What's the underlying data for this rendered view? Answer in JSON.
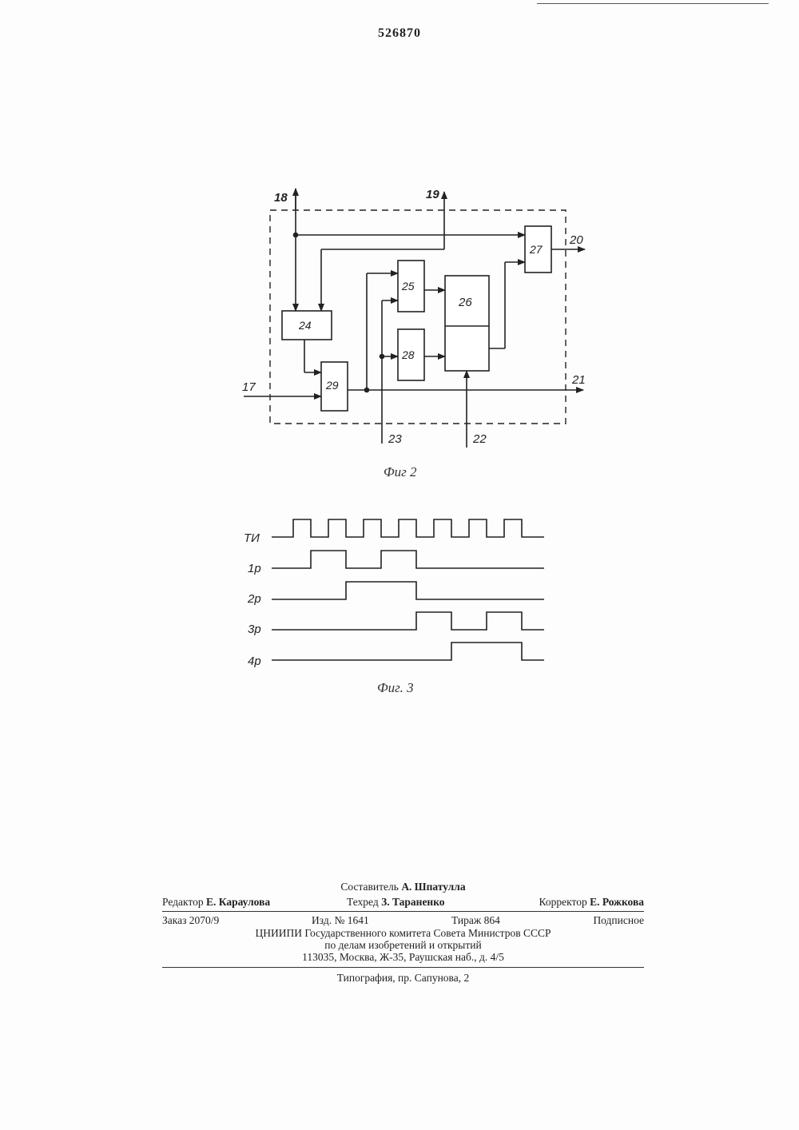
{
  "header": {
    "patent_number": "526870"
  },
  "figure2": {
    "caption": "Фиг 2",
    "blocks": [
      "24",
      "25",
      "26",
      "27",
      "28",
      "29"
    ],
    "terminals": [
      "17",
      "18",
      "19",
      "20",
      "21",
      "22",
      "23"
    ]
  },
  "figure3": {
    "caption": "Фиг. 3",
    "signals": [
      "ТИ",
      "1р",
      "2р",
      "3р",
      "4р"
    ]
  },
  "colophon": {
    "compiler_label": "Составитель",
    "compiler_name": "А. Шпатулла",
    "editor_label": "Редактор",
    "editor_name": "Е. Караулова",
    "techred_label": "Техред",
    "techred_name": "З. Тараненко",
    "corrector_label": "Корректор",
    "corrector_name": "Е. Рожкова",
    "order": "Заказ 2070/9",
    "edition": "Изд. № 1641",
    "print_run": "Тираж 864",
    "subscription": "Подписное",
    "org_line1": "ЦНИИПИ Государственного комитета Совета Министров СССР",
    "org_line2": "по делам изобретений и открытий",
    "org_line3": "113035, Москва, Ж-35, Раушская наб., д. 4/5",
    "printer": "Типография, пр. Сапунова, 2"
  }
}
